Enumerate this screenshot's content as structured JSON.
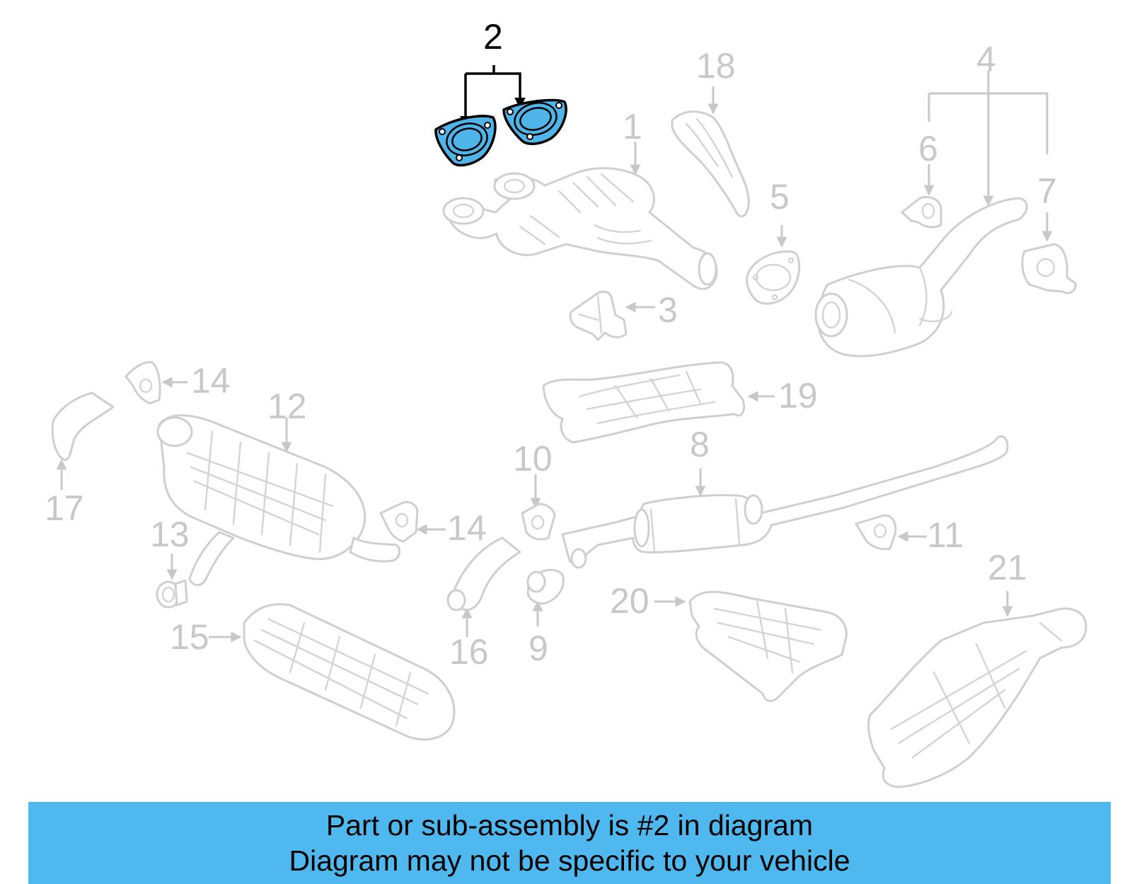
{
  "highlighted_part": "2",
  "labels": {
    "l1": "1",
    "l2": "2",
    "l3": "3",
    "l4": "4",
    "l5": "5",
    "l6": "6",
    "l7": "7",
    "l8": "8",
    "l9": "9",
    "l10": "10",
    "l11": "11",
    "l12": "12",
    "l13": "13",
    "l14a": "14",
    "l14b": "14",
    "l15": "15",
    "l16": "16",
    "l17": "17",
    "l18": "18",
    "l19": "19",
    "l20": "20",
    "l21": "21"
  },
  "banner": {
    "line1": "Part or sub-assembly is #2 in diagram",
    "line2": "Diagram may not be specific to your vehicle",
    "color": "#4fb8ef"
  },
  "colors": {
    "highlight": "#4fb4e8",
    "inactive": "#c8c8c8"
  }
}
